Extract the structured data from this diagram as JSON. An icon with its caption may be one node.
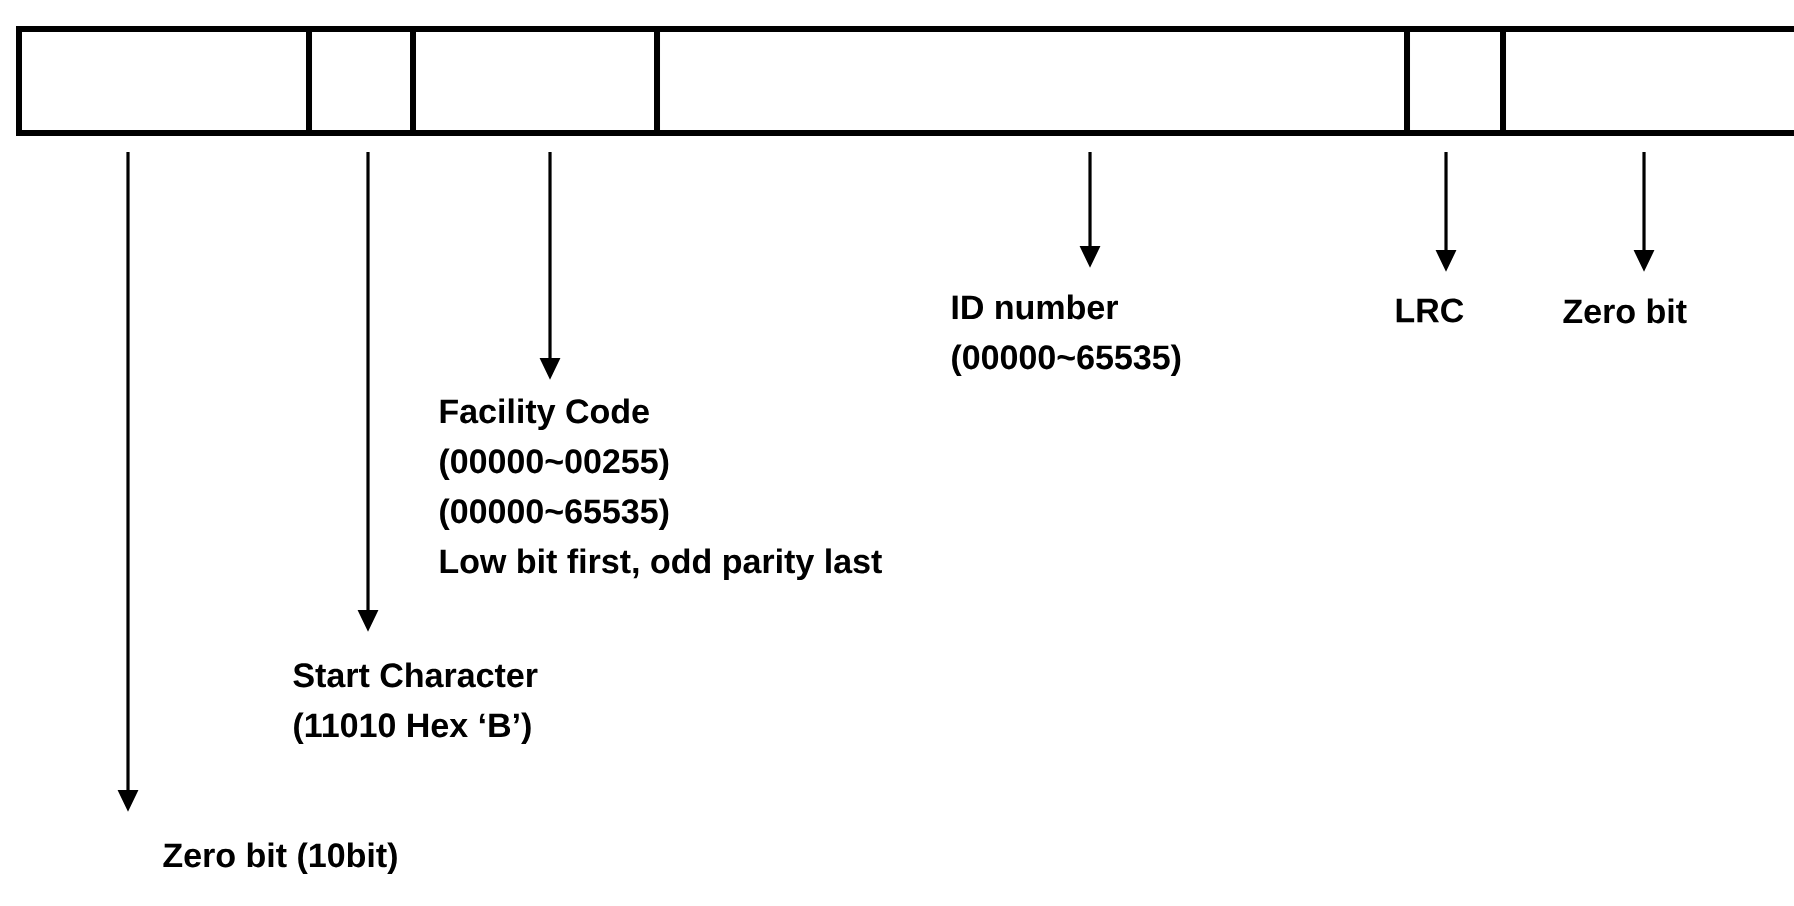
{
  "diagram": {
    "nodes": [
      {
        "text": [],
        "shape": "box"
      },
      {
        "text": [],
        "shape": "box"
      },
      {
        "text": [],
        "shape": "box"
      },
      {
        "text": [],
        "shape": "box"
      },
      {
        "text": [],
        "shape": "box"
      },
      {
        "text": [],
        "shape": "box"
      },
      {
        "text": [
          "Zero bit (10bit)"
        ]
      },
      {
        "text": [
          "Start Character",
          "(11010 Hex ‘B’)"
        ]
      },
      {
        "text": [
          "Facility Code",
          "(00000~00255)",
          "(00000~65535)",
          "Low bit first, odd parity last"
        ]
      },
      {
        "text": [
          "ID number",
          "(00000~65535)"
        ]
      },
      {
        "text": [
          "LRC"
        ]
      },
      {
        "text": [
          "Zero bit"
        ]
      }
    ],
    "edges": [
      {
        "from": 0,
        "to": 6,
        "arrow": "to"
      },
      {
        "from": 1,
        "to": 7,
        "arrow": "to"
      },
      {
        "from": 2,
        "to": 8,
        "arrow": "to"
      },
      {
        "from": 3,
        "to": 9,
        "arrow": "to"
      },
      {
        "from": 4,
        "to": 10,
        "arrow": "to"
      },
      {
        "from": 5,
        "to": 11,
        "arrow": "to"
      }
    ]
  }
}
